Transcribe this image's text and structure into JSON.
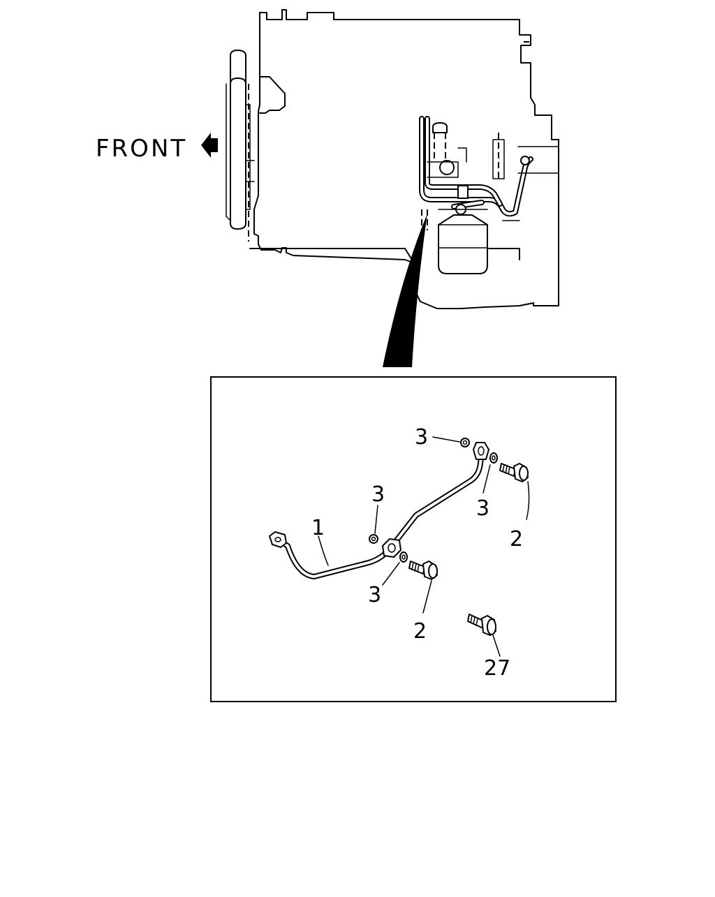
{
  "overview": {
    "direction_label": "FRONT"
  },
  "detail": {
    "callouts": [
      {
        "id": "pipe",
        "text": "1"
      },
      {
        "id": "bolt-upper",
        "text": "2"
      },
      {
        "id": "bolt-lower",
        "text": "2"
      },
      {
        "id": "washer-top",
        "text": "3"
      },
      {
        "id": "washer-upper-right",
        "text": "3"
      },
      {
        "id": "washer-mid",
        "text": "3"
      },
      {
        "id": "washer-lower",
        "text": "3"
      },
      {
        "id": "bolt-separate",
        "text": "27"
      }
    ]
  },
  "colors": {
    "ink": "#000000",
    "paper": "#ffffff"
  }
}
